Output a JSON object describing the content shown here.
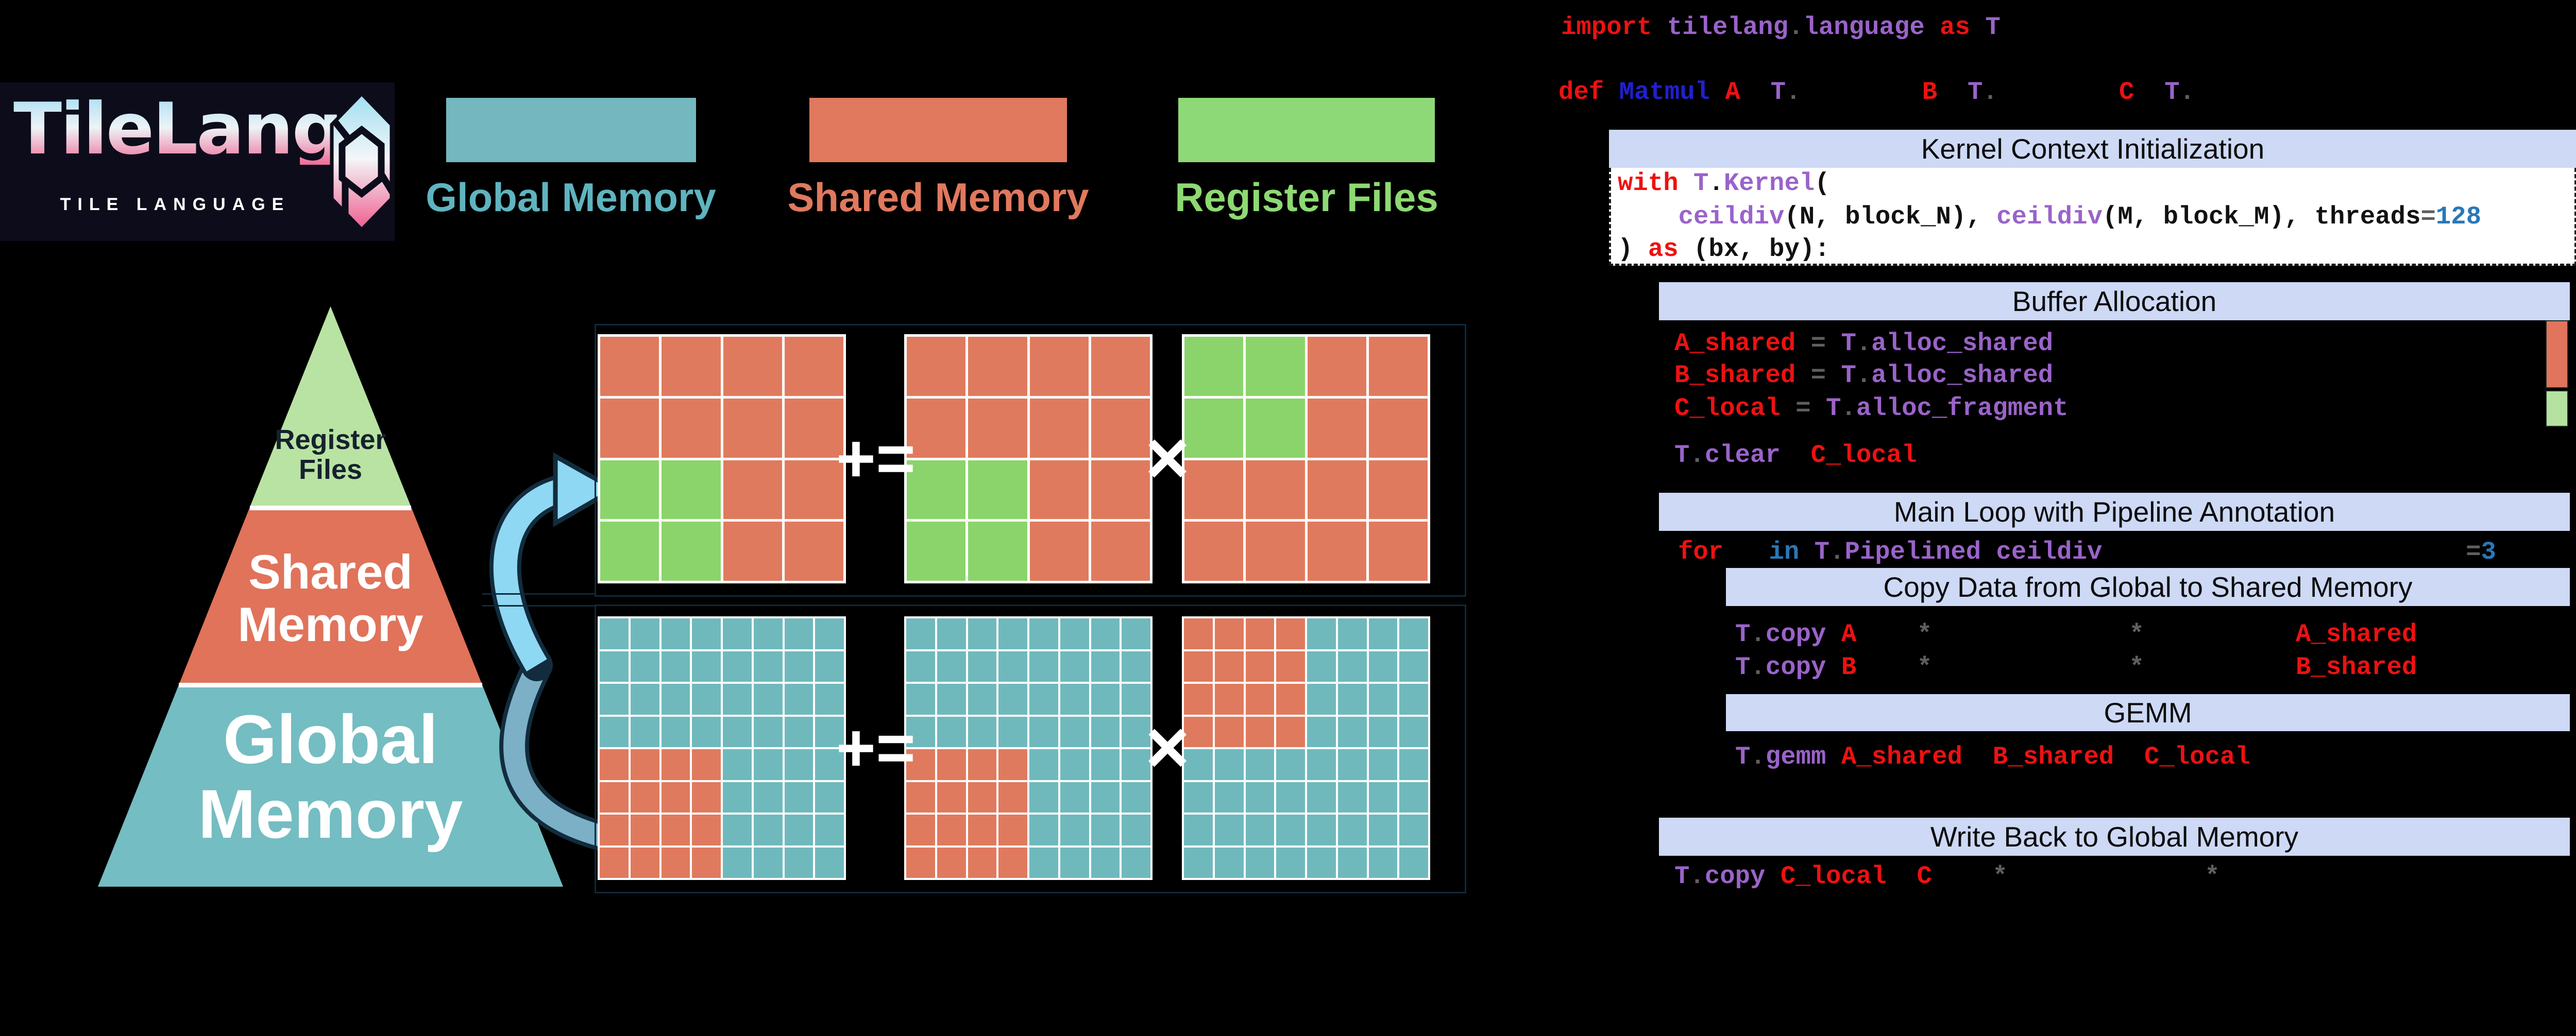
{
  "logo": {
    "title": "TileLang",
    "subtitle": "TILE LANGUAGE"
  },
  "legend": {
    "items": [
      {
        "label": "Global Memory",
        "color": "#5fb4bf",
        "swatch": "#74b7bf"
      },
      {
        "label": "Shared Memory",
        "color": "#e0795e",
        "swatch": "#e0795e"
      },
      {
        "label": "Register Files",
        "color": "#8ed973",
        "swatch": "#8ed977"
      }
    ]
  },
  "pyramid": {
    "levels": [
      {
        "label": "Register Files",
        "color": "#b9e3a3",
        "text_color": "#16212e"
      },
      {
        "label": "Shared Memory",
        "color": "#e0735a",
        "text_color": "#ffffff"
      },
      {
        "label": "Global Memory",
        "color": "#74bdc2",
        "text_color": "#ffffff"
      }
    ]
  },
  "matrix_figure": {
    "operators": {
      "accumulate": "+=",
      "multiply": "×"
    },
    "colors": {
      "s": "#e07a5e",
      "g": "#8bd46b",
      "t": "#6fb9bd"
    },
    "top_row": {
      "grid": 4,
      "matrices": [
        [
          "ssss",
          "ssss",
          "ggss",
          "ggss"
        ],
        [
          "ssss",
          "ssss",
          "ggss",
          "ggss"
        ],
        [
          "ggss",
          "ggss",
          "ssss",
          "ssss"
        ]
      ]
    },
    "bottom_row": {
      "grid": 8,
      "matrices": [
        [
          "tttttttt",
          "tttttttt",
          "tttttttt",
          "tttttttt",
          "sssstttt",
          "sssstttt",
          "sssstttt",
          "sssstttt"
        ],
        [
          "tttttttt",
          "tttttttt",
          "tttttttt",
          "tttttttt",
          "sssstttt",
          "sssstttt",
          "sssstttt",
          "sssstttt"
        ],
        [
          "sssstttt",
          "sssstttt",
          "sssstttt",
          "sssstttt",
          "tttttttt",
          "tttttttt",
          "tttttttt",
          "tttttttt"
        ]
      ]
    },
    "buffer_bars": {
      "shared_color": "#e0745c",
      "register_color": "#b5e2a0"
    }
  },
  "sections": [
    {
      "id": "kernel",
      "label": "Kernel Context Initialization"
    },
    {
      "id": "buffer",
      "label": "Buffer Allocation"
    },
    {
      "id": "mainloop",
      "label": "Main Loop with Pipeline Annotation"
    },
    {
      "id": "copy",
      "label": "Copy Data from Global to Shared Memory"
    },
    {
      "id": "gemm",
      "label": "GEMM"
    },
    {
      "id": "writeback",
      "label": "Write Back to Global Memory"
    }
  ],
  "code": {
    "colors": {
      "red": "#ee1111",
      "purple": "#9a63c9",
      "blue": "#2020cf",
      "steel": "#2878b8",
      "gray": "#5f5f5f",
      "dark": "#111111"
    },
    "lines": [
      {
        "id": "import_line",
        "tokens": [
          [
            "import ",
            "red"
          ],
          [
            "tilelang",
            "purple"
          ],
          [
            ".",
            "gray"
          ],
          [
            "language ",
            "purple"
          ],
          [
            "as ",
            "red"
          ],
          [
            "T",
            "purple"
          ]
        ]
      },
      {
        "id": "def_line",
        "tokens": [
          [
            "def ",
            "red"
          ],
          [
            "Matmul ",
            "blue"
          ],
          [
            "A",
            "red"
          ],
          [
            "  ",
            "dark"
          ],
          [
            "T",
            "purple"
          ],
          [
            ".",
            "gray"
          ],
          [
            "        ",
            "dark"
          ],
          [
            "B",
            "red"
          ],
          [
            "  ",
            "dark"
          ],
          [
            "T",
            "purple"
          ],
          [
            ".",
            "gray"
          ],
          [
            "        ",
            "dark"
          ],
          [
            "C",
            "red"
          ],
          [
            "  ",
            "dark"
          ],
          [
            "T",
            "purple"
          ],
          [
            ".",
            "gray"
          ]
        ]
      },
      {
        "id": "with_line",
        "tokens": [
          [
            "with ",
            "red"
          ],
          [
            "T",
            "purple"
          ],
          [
            ".",
            "dark"
          ],
          [
            "Kernel",
            "purple"
          ],
          [
            "(",
            "dark"
          ]
        ]
      },
      {
        "id": "ceildiv_line",
        "tokens": [
          [
            "    ",
            "dark"
          ],
          [
            "ceildiv",
            "purple"
          ],
          [
            "(N, block_N), ",
            "dark"
          ],
          [
            "ceildiv",
            "purple"
          ],
          [
            "(M, block_M), threads",
            "dark"
          ],
          [
            "=",
            "gray"
          ],
          [
            "128",
            "steel"
          ]
        ]
      },
      {
        "id": "as_line",
        "tokens": [
          [
            ") ",
            "dark"
          ],
          [
            "as",
            "red"
          ],
          [
            " (bx, by):",
            "dark"
          ]
        ]
      },
      {
        "id": "alloc_a",
        "tokens": [
          [
            "A_shared",
            "red"
          ],
          [
            " ",
            "dark"
          ],
          [
            "=",
            "gray"
          ],
          [
            " ",
            "dark"
          ],
          [
            "T",
            "purple"
          ],
          [
            ".",
            "gray"
          ],
          [
            "alloc_shared",
            "purple"
          ]
        ]
      },
      {
        "id": "alloc_b",
        "tokens": [
          [
            "B_shared",
            "red"
          ],
          [
            " ",
            "dark"
          ],
          [
            "=",
            "gray"
          ],
          [
            " ",
            "dark"
          ],
          [
            "T",
            "purple"
          ],
          [
            ".",
            "gray"
          ],
          [
            "alloc_shared",
            "purple"
          ]
        ]
      },
      {
        "id": "alloc_c",
        "tokens": [
          [
            "C_local",
            "red"
          ],
          [
            " ",
            "dark"
          ],
          [
            "=",
            "gray"
          ],
          [
            " ",
            "dark"
          ],
          [
            "T",
            "purple"
          ],
          [
            ".",
            "gray"
          ],
          [
            "alloc_fragment",
            "purple"
          ]
        ]
      },
      {
        "id": "clear_line",
        "tokens": [
          [
            "T",
            "purple"
          ],
          [
            ".",
            "gray"
          ],
          [
            "clear",
            "purple"
          ],
          [
            "  ",
            "dark"
          ],
          [
            "C_local",
            "red"
          ]
        ]
      },
      {
        "id": "for_line",
        "tokens": [
          [
            "for",
            "red"
          ],
          [
            "   ",
            "dark"
          ],
          [
            "in",
            "steel"
          ],
          [
            " ",
            "dark"
          ],
          [
            "T",
            "purple"
          ],
          [
            ".",
            "gray"
          ],
          [
            "Pipelined ceildiv",
            "purple"
          ],
          [
            "                        ",
            "dark"
          ],
          [
            "=",
            "gray"
          ],
          [
            "3",
            "steel"
          ]
        ]
      },
      {
        "id": "copy_a",
        "tokens": [
          [
            "T",
            "purple"
          ],
          [
            ".",
            "gray"
          ],
          [
            "copy ",
            "purple"
          ],
          [
            "A",
            "red"
          ],
          [
            "    ",
            "dark"
          ],
          [
            "*",
            "gray"
          ],
          [
            "             ",
            "dark"
          ],
          [
            "*",
            "gray"
          ],
          [
            "          ",
            "dark"
          ],
          [
            "A_shared",
            "red"
          ]
        ]
      },
      {
        "id": "copy_b",
        "tokens": [
          [
            "T",
            "purple"
          ],
          [
            ".",
            "gray"
          ],
          [
            "copy ",
            "purple"
          ],
          [
            "B",
            "red"
          ],
          [
            "    ",
            "dark"
          ],
          [
            "*",
            "gray"
          ],
          [
            "             ",
            "dark"
          ],
          [
            "*",
            "gray"
          ],
          [
            "          ",
            "dark"
          ],
          [
            "B_shared",
            "red"
          ]
        ]
      },
      {
        "id": "gemm_line",
        "tokens": [
          [
            "T",
            "purple"
          ],
          [
            ".",
            "gray"
          ],
          [
            "gemm ",
            "purple"
          ],
          [
            "A_shared",
            "red"
          ],
          [
            "  ",
            "dark"
          ],
          [
            "B_shared",
            "red"
          ],
          [
            "  ",
            "dark"
          ],
          [
            "C_local",
            "red"
          ]
        ]
      },
      {
        "id": "writeback_line",
        "tokens": [
          [
            "T",
            "purple"
          ],
          [
            ".",
            "gray"
          ],
          [
            "copy ",
            "purple"
          ],
          [
            "C_local",
            "red"
          ],
          [
            "  ",
            "dark"
          ],
          [
            "C",
            "red"
          ],
          [
            "    ",
            "dark"
          ],
          [
            "*",
            "gray"
          ],
          [
            "             ",
            "dark"
          ],
          [
            "*",
            "gray"
          ]
        ]
      }
    ]
  }
}
